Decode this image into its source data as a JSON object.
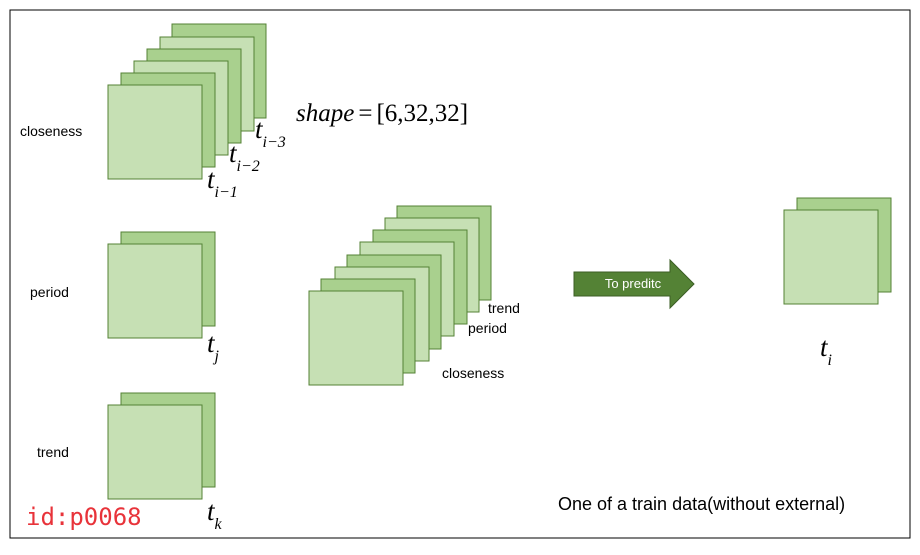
{
  "labels": {
    "closeness": "closeness",
    "period": "period",
    "trend": "trend"
  },
  "shape_annotation": {
    "var": "shape",
    "op": "=",
    "value": "[6,32,32]"
  },
  "time_labels": {
    "t_im3": {
      "base": "t",
      "sub": "i−3"
    },
    "t_im2": {
      "base": "t",
      "sub": "i−2"
    },
    "t_im1": {
      "base": "t",
      "sub": "i−1"
    },
    "t_j": {
      "base": "t",
      "sub": "j"
    },
    "t_k": {
      "base": "t",
      "sub": "k"
    },
    "t_i": {
      "base": "t",
      "sub": "i"
    }
  },
  "stack_labels": {
    "trend": "trend",
    "period": "period",
    "closeness": "closeness"
  },
  "arrow_label": "To preditc",
  "caption": "One of a train data(without external)",
  "watermark": "id:p0068",
  "colors": {
    "square_fill": "#c6e0b4",
    "square_stroke": "#548235",
    "back_fill": "#a9d08e",
    "arrow_fill": "#548235",
    "arrow_text": "#ffffff",
    "watermark": "#e8333a",
    "frame": "#000000"
  }
}
